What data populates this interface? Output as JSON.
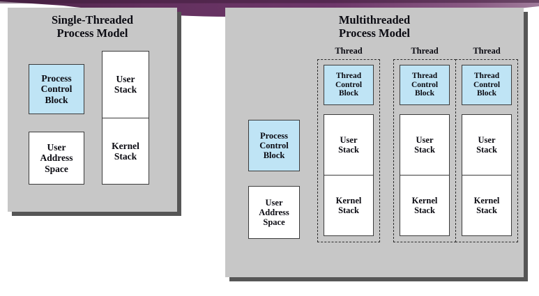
{
  "figure": {
    "decoration": {
      "band_color": "#63305e",
      "band_color_light": "#8a5b84",
      "name": "purple-swoosh-banner"
    },
    "panel_bg": "#c7c7c7",
    "shadow_color": "#565656",
    "highlight_color": "#bfe4f5",
    "box_border_color": "#3a3a3a"
  },
  "left_panel": {
    "title_line1": "Single-Threaded",
    "title_line2": "Process Model",
    "pcb": {
      "line1": "Process",
      "line2": "Control",
      "line3": "Block"
    },
    "uas": {
      "line1": "User",
      "line2": "Address",
      "line3": "Space"
    },
    "user_stack": {
      "line1": "User",
      "line2": "Stack"
    },
    "kernel_stack": {
      "line1": "Kernel",
      "line2": "Stack"
    }
  },
  "right_panel": {
    "title_line1": "Multithreaded",
    "title_line2": "Process Model",
    "pcb": {
      "line1": "Process",
      "line2": "Control",
      "line3": "Block"
    },
    "uas": {
      "line1": "User",
      "line2": "Address",
      "line3": "Space"
    },
    "threads": [
      {
        "label": "Thread",
        "tcb": {
          "line1": "Thread",
          "line2": "Control",
          "line3": "Block"
        },
        "user_stack": {
          "line1": "User",
          "line2": "Stack"
        },
        "kernel_stack": {
          "line1": "Kernel",
          "line2": "Stack"
        }
      },
      {
        "label": "Thread",
        "tcb": {
          "line1": "Thread",
          "line2": "Control",
          "line3": "Block"
        },
        "user_stack": {
          "line1": "User",
          "line2": "Stack"
        },
        "kernel_stack": {
          "line1": "Kernel",
          "line2": "Stack"
        }
      },
      {
        "label": "Thread",
        "tcb": {
          "line1": "Thread",
          "line2": "Control",
          "line3": "Block"
        },
        "user_stack": {
          "line1": "User",
          "line2": "Stack"
        },
        "kernel_stack": {
          "line1": "Kernel",
          "line2": "Stack"
        }
      }
    ]
  }
}
